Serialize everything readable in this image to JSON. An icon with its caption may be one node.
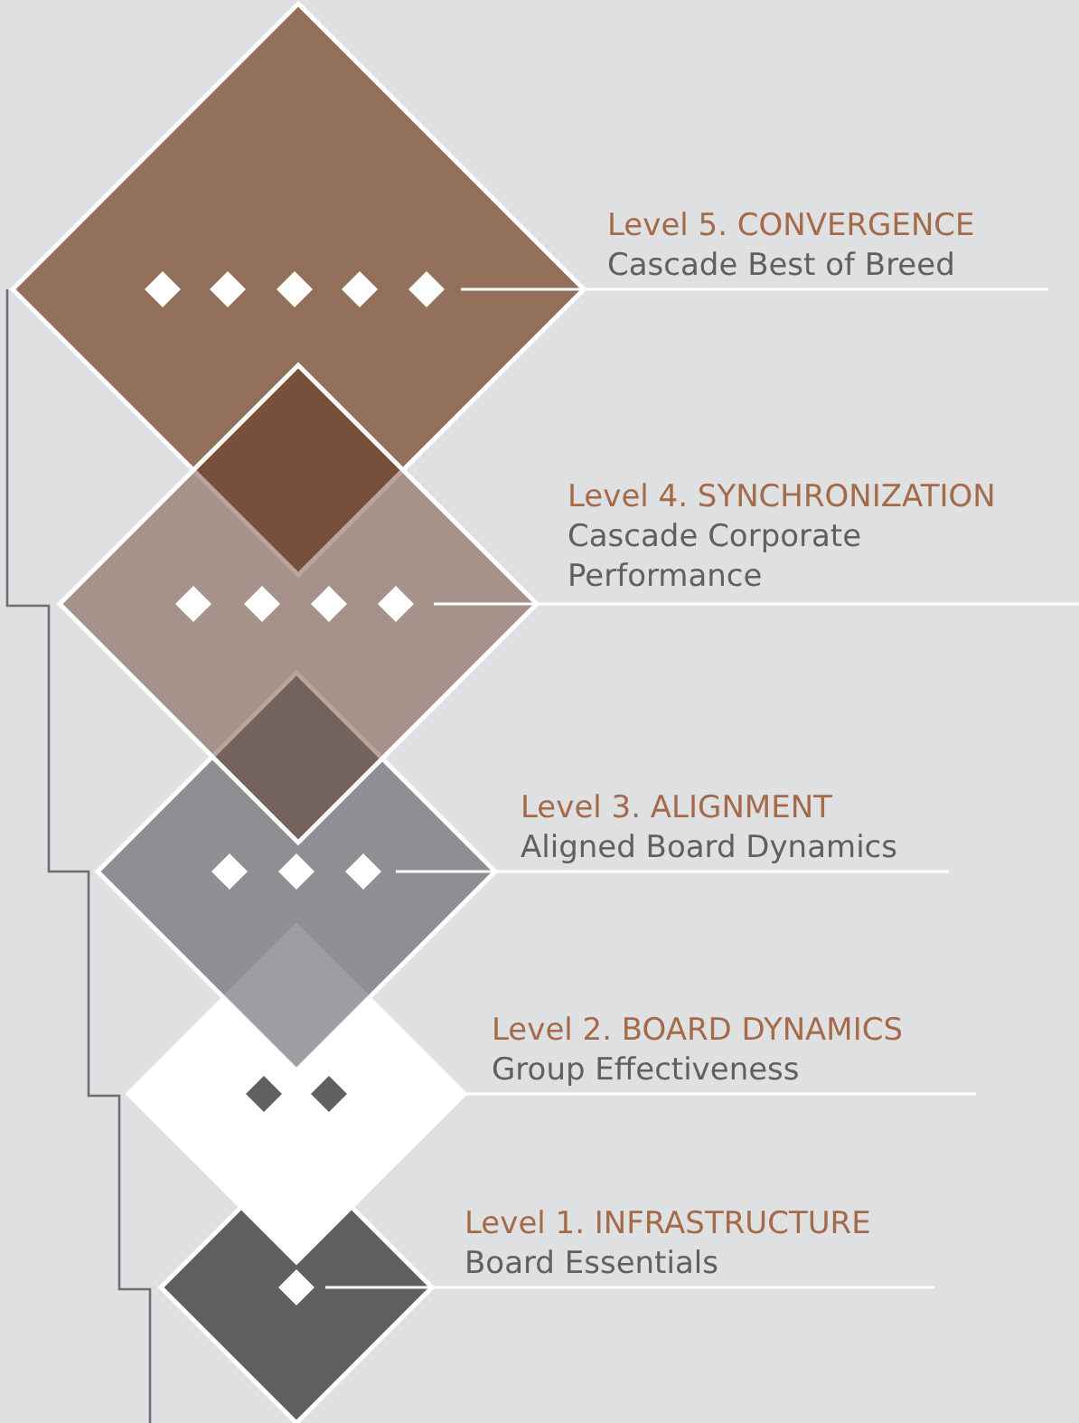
{
  "diagram": {
    "nodes": [
      {
        "text": [],
        "shape": "diamond"
      },
      {
        "text": [
          "Level 5. CONVERGENCE",
          "Cascade Best of Breed"
        ]
      },
      {
        "text": [],
        "shape": "diamond"
      },
      {
        "text": [
          "Level 4. SYNCHRONIZATION",
          "Cascade Corporate Performance"
        ]
      },
      {
        "text": [],
        "shape": "diamond"
      },
      {
        "text": [
          "Level 3. ALIGNMENT",
          "Aligned Board Dynamics"
        ]
      },
      {
        "text": [],
        "shape": "diamond"
      },
      {
        "text": [
          "Level 2. BOARD DYNAMICS",
          "Group Effectiveness"
        ]
      },
      {
        "text": [],
        "shape": "diamond"
      },
      {
        "text": [
          "Level 1. INFRASTRUCTURE",
          "Board Essentials"
        ]
      }
    ],
    "edges": [
      {
        "from": 1,
        "to": 0,
        "arrow": "none"
      },
      {
        "from": 3,
        "to": 2,
        "arrow": "none"
      },
      {
        "from": 5,
        "to": 4,
        "arrow": "none"
      },
      {
        "from": 7,
        "to": 6,
        "arrow": "none"
      },
      {
        "from": 9,
        "to": 8,
        "arrow": "none"
      }
    ]
  }
}
